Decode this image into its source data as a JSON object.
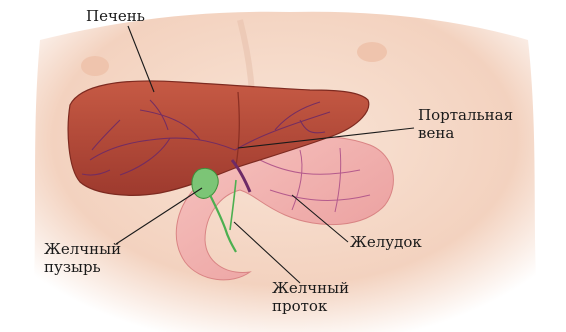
{
  "labels": {
    "liver": "Печень",
    "portal_vein": {
      "line1": "Портальная",
      "line2": "вена"
    },
    "gallbladder": {
      "line1": "Желчный",
      "line2": "пузырь"
    },
    "stomach": "Желудок",
    "bile_duct": {
      "line1": "Желчный",
      "line2": "проток"
    }
  },
  "colors": {
    "skin": "#f6d9c8",
    "liver": "#b54a3a",
    "stomach": "#f2b3b3",
    "vessels": "#7a2f7a",
    "bile": "#4caf50",
    "leader_line": "#1a1a1a"
  }
}
